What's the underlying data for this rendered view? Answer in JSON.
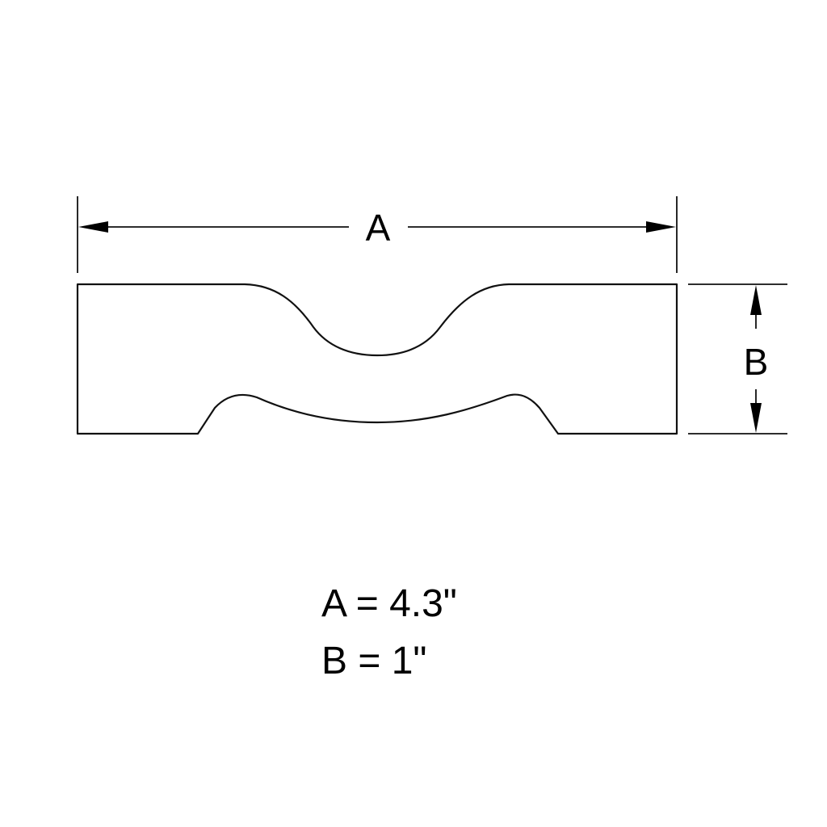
{
  "diagram": {
    "type": "dimensioned technical drawing",
    "subject": "notched bar / dog-bone shaped part profile",
    "stroke_color": "#111111",
    "background_color": "#ffffff",
    "dimensions": {
      "A": {
        "label": "A",
        "orientation": "horizontal",
        "description": "overall length"
      },
      "B": {
        "label": "B",
        "orientation": "vertical",
        "description": "overall height"
      }
    }
  },
  "legend": {
    "a_line": "A = 4.3\"",
    "b_line": "B = 1\"",
    "values": {
      "A": "4.3\"",
      "B": "1\""
    }
  }
}
